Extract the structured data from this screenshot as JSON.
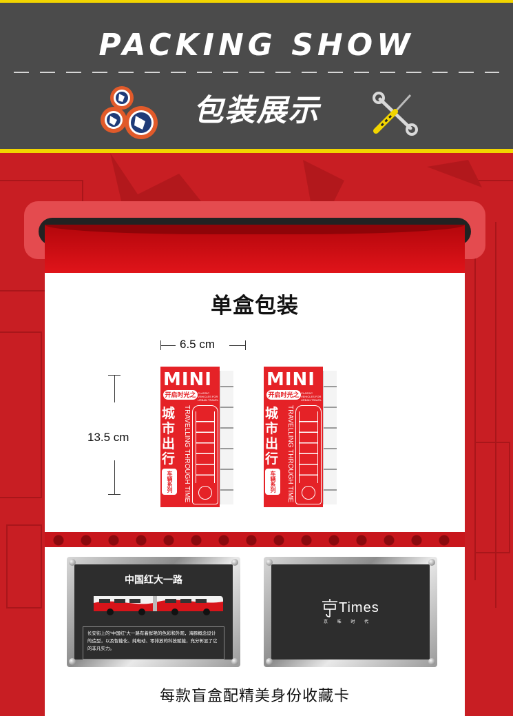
{
  "header": {
    "title_en": "PACKING SHOW",
    "title_cn": "包装展示",
    "left_icon": "gear-cluster-icon",
    "right_icon": "wrench-screwdriver-icon"
  },
  "section": {
    "title": "单盒包装",
    "width_label": "6.5 cm",
    "height_label": "13.5 cm"
  },
  "box": {
    "brand": "MINI",
    "tagline": "开启时光之旅",
    "tiny_text": "CLASSIC VEHICLES FOR URBAN TRAVEL",
    "name_cn": "城市出行",
    "vertical_en": "TRAVELLING THROUGH TIME",
    "badge": "车辆系列"
  },
  "cards": {
    "card1_title": "中国红大一路",
    "card1_text": "长安街上的“中国红”大一路有着鲜艳的色彩和外观，海豚概念设计的造型，以及智能化、纯电动、零排放的科技赋能，充分彰显了它的非凡实力。",
    "card2_logo": "Times",
    "card2_sub": "京 味 时 代"
  },
  "footer": {
    "text": "每款盲盒配精美身份收藏卡"
  },
  "colors": {
    "header_bg": "#4b4b4b",
    "header_border": "#f2d500",
    "brand_red": "#e52227",
    "bg_red": "#c81e23"
  }
}
